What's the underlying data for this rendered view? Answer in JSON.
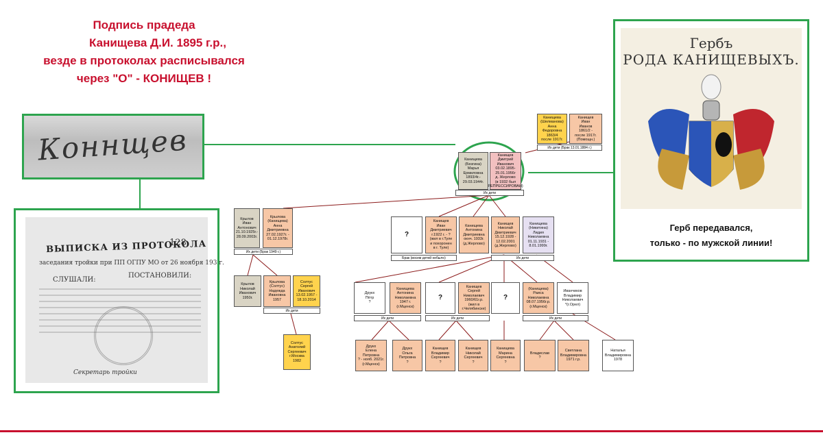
{
  "title_lines": [
    "Подпись прадеда",
    "Канищева Д.И. 1895 г.р.,",
    "везде в протоколах расписывался",
    "через \"О\" - КОНИЩЕВ  !"
  ],
  "signature_text": "Коннщев",
  "document": {
    "title": "ВЫПИСКА ИЗ ПРОТОКОЛА",
    "number": "128",
    "line1": "заседания тройки при ПП ОГПУ МО от 26 ноября 193 г.",
    "heard": "СЛУШАЛИ:",
    "decided": "ПОСТАНОВИЛИ:",
    "footer": "Секретарь тройки"
  },
  "coat": {
    "title1": "Гербъ",
    "title2": "РОДА КАНИЩЕВЫХЪ.",
    "caption1": "Герб передавался,",
    "caption2": "только - по мужской линии!"
  },
  "nodes": {
    "gg_mother": "Канищева\n(Шелманова)\nАнна\nФедоровна\n1863/4\nпосле 1917г.",
    "gg_father": "Канищев\nИван\nИванов\n1861/2 -\nпосле 1917г.\n(Помощн.)",
    "gg_bar": "Их дети  (Брак 13.01.1884 г.)",
    "g_mother": "Канищева\n(Безгина)\nМарья\nЕрмиловна\n1893/4г.-\n29.03.1944г.",
    "g_father": "Канищев\nДмитрий\nИванович\n03.02.1895-\n25.01.1956г\nд. Жерлово\n(в 1932 был\nРЕПРЕССИРОВАН)",
    "g_bar": "Их дети",
    "krylov_ivan": "Крылов\nИван\nАнтонович\n21.10.1925г.-\n28.09.2003г.",
    "krylova_anna": "Крылова\n(Канищева)\nАнна\nДмитриевна\n27.02.1927г. -\n01.12.1978г.",
    "krylov_bar": "Их дети (Брак 1949 г.)",
    "q1": "?",
    "ivan": "Канищев\nИван\nДмитриевич\nг.1922 г. - ?\n(жил в г.Туле\nи похоронен\nв г. Туле)",
    "antonina": "Канищева\nАнтонина\nДмитриевна\nокнч. 1933г.\n(д.Жерлово)",
    "nikolay": "Канищев\nНиколай\nДмитриевич\n15.12.1928 -\n12.02.2001\n(д.Жерлово)",
    "lidiya": "Канищева\n(Никитина)\nЛидия\nНиколаевна\n01.11.1931 -\n8.01.1999г.",
    "ivan_bar": "Брак (восем детей небыло)",
    "nik_bar": "Их дети",
    "krylov_nik": "Крылов\nНиколай\nИванович\n1950г.",
    "krylova_nad": "Крылова\n(Солтус)\nНадежда\nИвановна\n1957",
    "soltus_sergey": "Солтус\nСергей\nИванович\n13.02.1957 -\n18.10.2014",
    "soltus_bar": "Их дети",
    "soltus_anatoliy": "Солтус\nАнатолий\nСергеевич\nг.Москва\n1982",
    "druk_petr": "Друкх\nПётр\n?",
    "antonina2": "Канищева\nАнтонина\nНиколаевна\n1947 г.\n(г.Мценск)",
    "q2": "?",
    "sergey": "Канищев\nСергей\nНиколаевич\n1960/61г.р.\n(жил в\nг.Челябинске)",
    "q3": "?",
    "raisa": "(Канищева)\nРаиса\nНиколаевна\n08.07.1956г.р.\n(г.Мценск)",
    "ivanchikov": "Иванчиков\nВладимир\nНиколаевич\n*(г.Орел)",
    "bar_a": "Их дети",
    "bar_b": "Их дети",
    "bar_c": "Их дети",
    "elena": "Друкх\nЕлена\nПетровна\n? - нояб. 2021г.\n(г.Мценск)",
    "olga": "Друкх\nОльга\nПетровна\n?",
    "vladimir": "Канищев\nВладимир\nСергеевич\n?",
    "nikolay2": "Канищев\nНиколай\nСергеевич\n?",
    "mariya": "Канищева\nМарина\nСергеевна\n?",
    "vladislav": "Владислав\n?",
    "svetlana": "Светлана\nВладимировна\n1971 г.р.",
    "natalya": "Наталья\nВладимировна\n1978"
  }
}
